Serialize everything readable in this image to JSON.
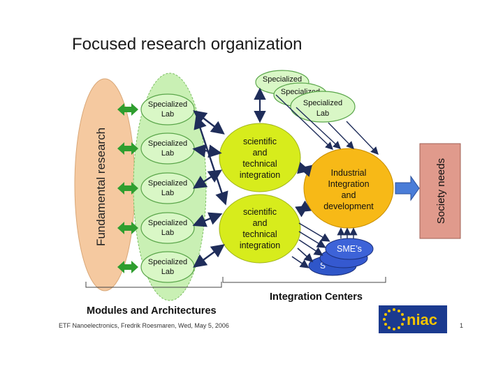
{
  "title": "Focused research organization",
  "fundamental_research_label": "Fundamental research",
  "lab_line1": "Specialized",
  "lab_line2": "Lab",
  "top_lab_stack": {
    "back1": "Specialized",
    "back2": "Specialized",
    "front_line1": "Specialized",
    "front_line2": "Lab"
  },
  "sti_upper": [
    "scientific",
    "and",
    "technical",
    "integration"
  ],
  "sti_lower": [
    "scientific",
    "and",
    "technical",
    "integration"
  ],
  "industrial": [
    "Industrial",
    "Integration",
    "and",
    "development"
  ],
  "sme_front": "SME’s",
  "sme_back": "S",
  "society_needs": "Society needs",
  "modules_label": "Modules and Architectures",
  "integration_centers_label": "Integration Centers",
  "footer_text": "ETF Nanoelectronics, Fredrik Roesmaren, Wed, May 5, 2006",
  "page_number": "1",
  "logo_text": "niac",
  "colors": {
    "fundamental_fill": "#f5c9a0",
    "lab_fill": "#c9f0b4",
    "integration_fill": "#d7ec1c",
    "industrial_fill": "#f7b917",
    "sme_fill": "#3d63d8",
    "society_fill": "#e09a8c",
    "logo_bg": "#1b3a8f",
    "logo_text": "#f2c300",
    "arrow_dark": "#1f2d5a",
    "arrow_green": "#2f9e2f"
  }
}
